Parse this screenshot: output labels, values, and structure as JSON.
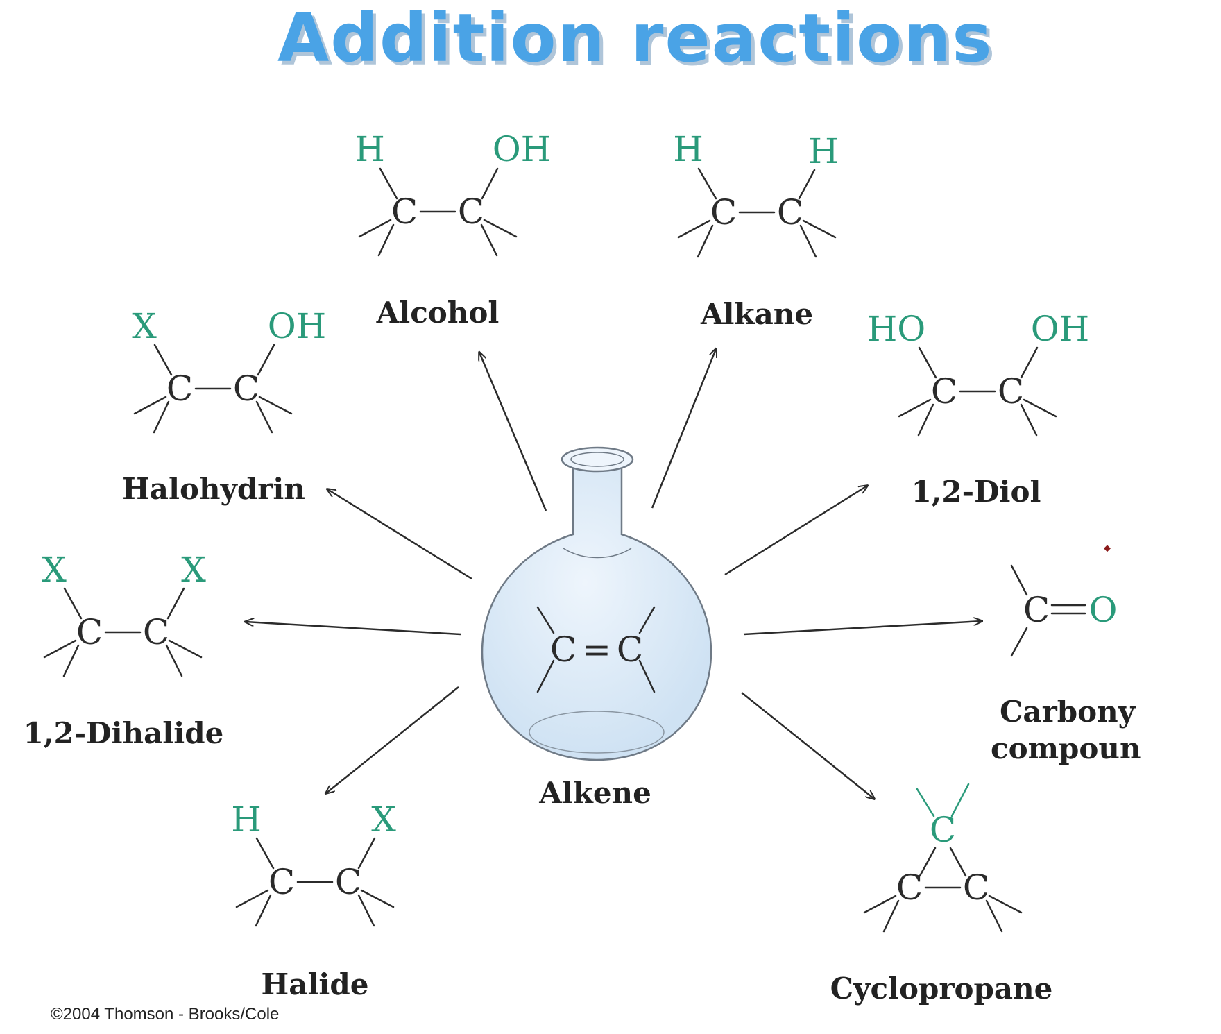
{
  "title": "Addition reactions",
  "center": {
    "label": "Alkene",
    "formula_left": "C",
    "formula_bond": "=",
    "formula_right": "C"
  },
  "products": {
    "alcohol": {
      "label": "Alcohol",
      "left_sub": "H",
      "right_sub": "OH"
    },
    "alkane": {
      "label": "Alkane",
      "left_sub": "H",
      "right_sub": "H"
    },
    "halohydrin": {
      "label": "Halohydrin",
      "left_sub": "X",
      "right_sub": "OH"
    },
    "diol": {
      "label": "1,2-Diol",
      "left_sub": "HO",
      "right_sub": "OH"
    },
    "dihalide": {
      "label": "1,2-Dihalide",
      "left_sub": "X",
      "right_sub": "X"
    },
    "carbonyl": {
      "label_line1": "Carbony",
      "label_line2": "compoun",
      "carbon": "C",
      "oxygen": "O"
    },
    "halide": {
      "label": "Halide",
      "left_sub": "H",
      "right_sub": "X"
    },
    "cyclopropane": {
      "label": "Cyclopropane",
      "top_atom": "C"
    }
  },
  "atom_symbol": "C",
  "copyright": "©2004 Thomson - Brooks/Cole",
  "colors": {
    "title": "#4aa3e6",
    "substituent": "#2a9a7a",
    "flask": "#dbe9f6"
  }
}
